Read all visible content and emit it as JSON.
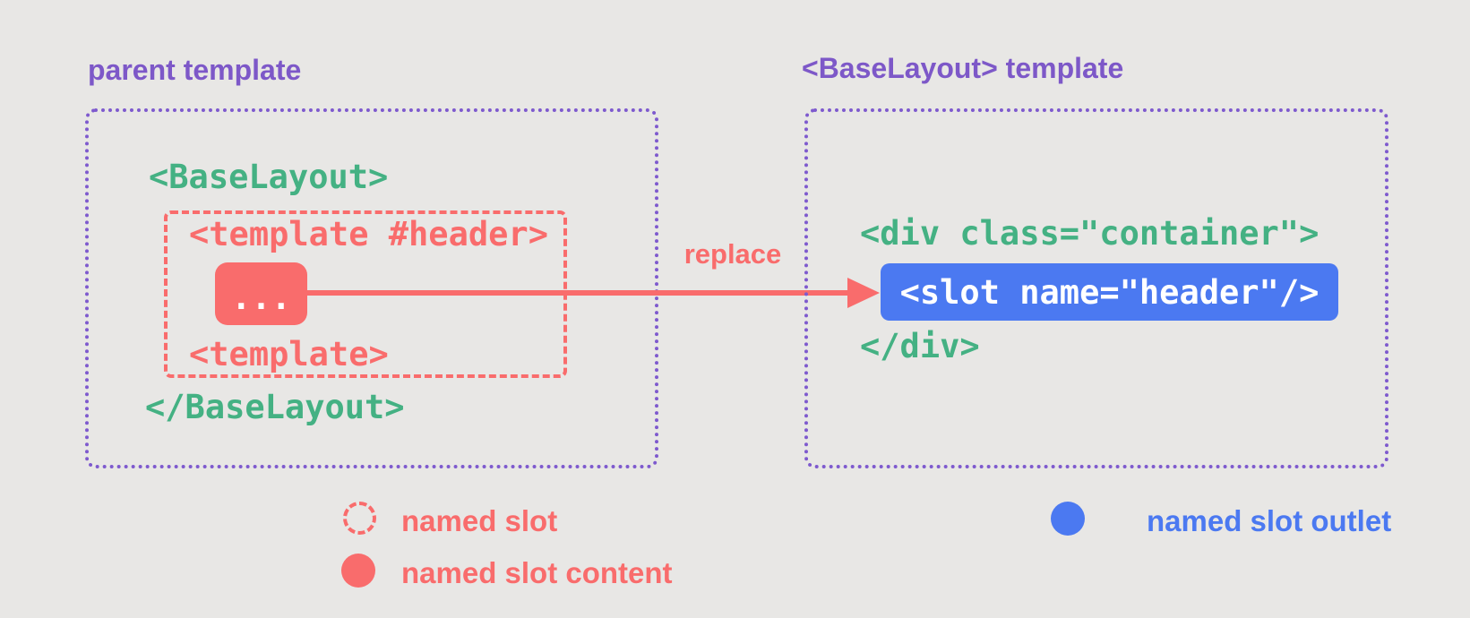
{
  "diagram": {
    "left_panel": {
      "title": "parent template",
      "open_tag": "<BaseLayout>",
      "slot": {
        "template_open": "<template #header>",
        "content_placeholder": "...",
        "template_close": "<template>"
      },
      "close_tag": "</BaseLayout>"
    },
    "right_panel": {
      "title": "<BaseLayout> template",
      "open_tag": "<div class=\"container\">",
      "slot_outlet": "<slot name=\"header\"/>",
      "close_tag": "</div>"
    },
    "arrow_label": "replace",
    "legend_left": [
      {
        "swatch": "dotted-red-circle",
        "label": "named slot"
      },
      {
        "swatch": "solid-red-circle",
        "label": "named slot content"
      }
    ],
    "legend_right": [
      {
        "swatch": "solid-blue-circle",
        "label": "named slot outlet"
      }
    ],
    "colors": {
      "background": "#e8e7e5",
      "purple": "#7d58c8",
      "green": "#44b183",
      "red": "#f96c6c",
      "blue": "#4b79f1"
    }
  }
}
